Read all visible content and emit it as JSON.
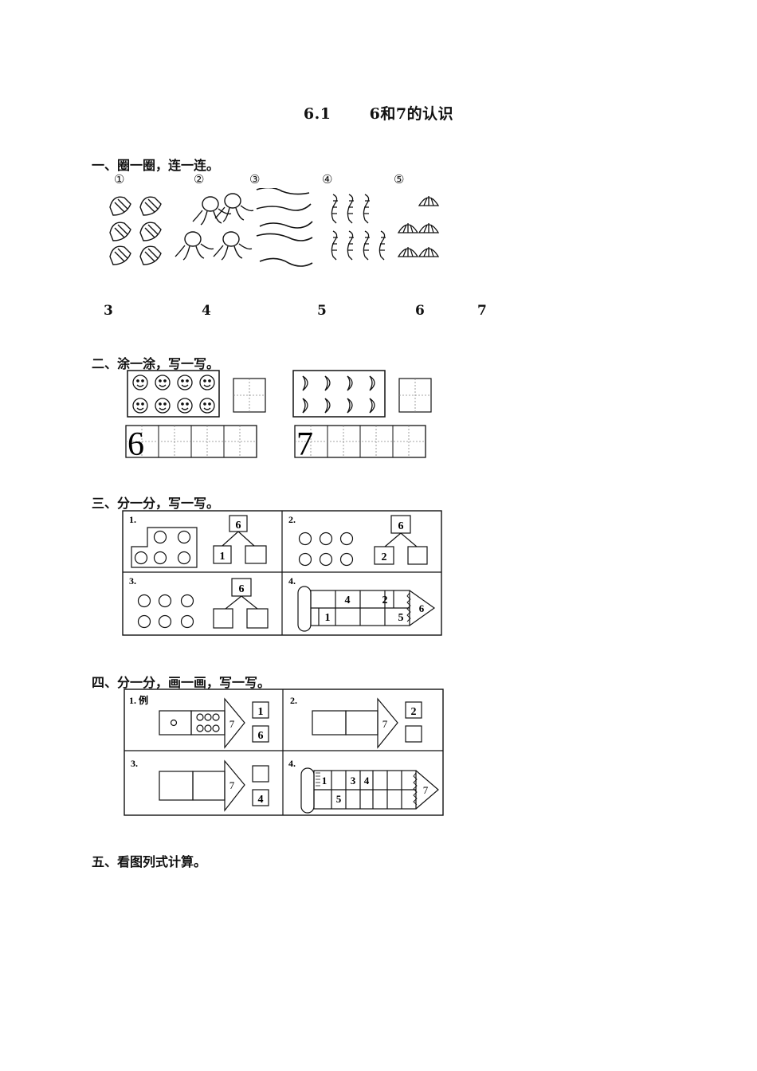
{
  "title": {
    "lesson": "6.1",
    "topic": "6和7的认识"
  },
  "section1": {
    "heading": "一、圈一圈，连一连。",
    "markers": [
      "①",
      "②",
      "③",
      "④",
      "⑤"
    ],
    "picture_icons": [
      "shell-icon",
      "octopus-icon",
      "eel-icon",
      "shrimp-icon",
      "clam-icon"
    ],
    "numbers": [
      "3",
      "4",
      "5",
      "6",
      "7"
    ]
  },
  "section2": {
    "heading": "二、涂一涂，写一写。",
    "left_digit": "6",
    "right_digit": "7"
  },
  "section3": {
    "heading": "三、分一分，写一写。",
    "cells": [
      {
        "label": "1.",
        "top": "6",
        "left": "1"
      },
      {
        "label": "2.",
        "top": "6",
        "left": "2"
      },
      {
        "label": "3.",
        "top": "6"
      },
      {
        "label": "4.",
        "row1": [
          "4",
          "2"
        ],
        "row2": [
          "1",
          "5"
        ],
        "tip": "6"
      }
    ]
  },
  "section4": {
    "heading": "四、分一分，画一画，写一写。",
    "cells": [
      {
        "label": "1. 例",
        "tip": "7",
        "box1": "1",
        "box2": "6"
      },
      {
        "label": "2.",
        "tip": "7",
        "box1": "2"
      },
      {
        "label": "3.",
        "tip": "7",
        "box2": "4"
      },
      {
        "label": "4.",
        "row1": [
          "1",
          "3",
          "4"
        ],
        "row2": [
          "5"
        ],
        "tip": "7"
      }
    ]
  },
  "section5": {
    "heading": "五、看图列式计算。"
  }
}
